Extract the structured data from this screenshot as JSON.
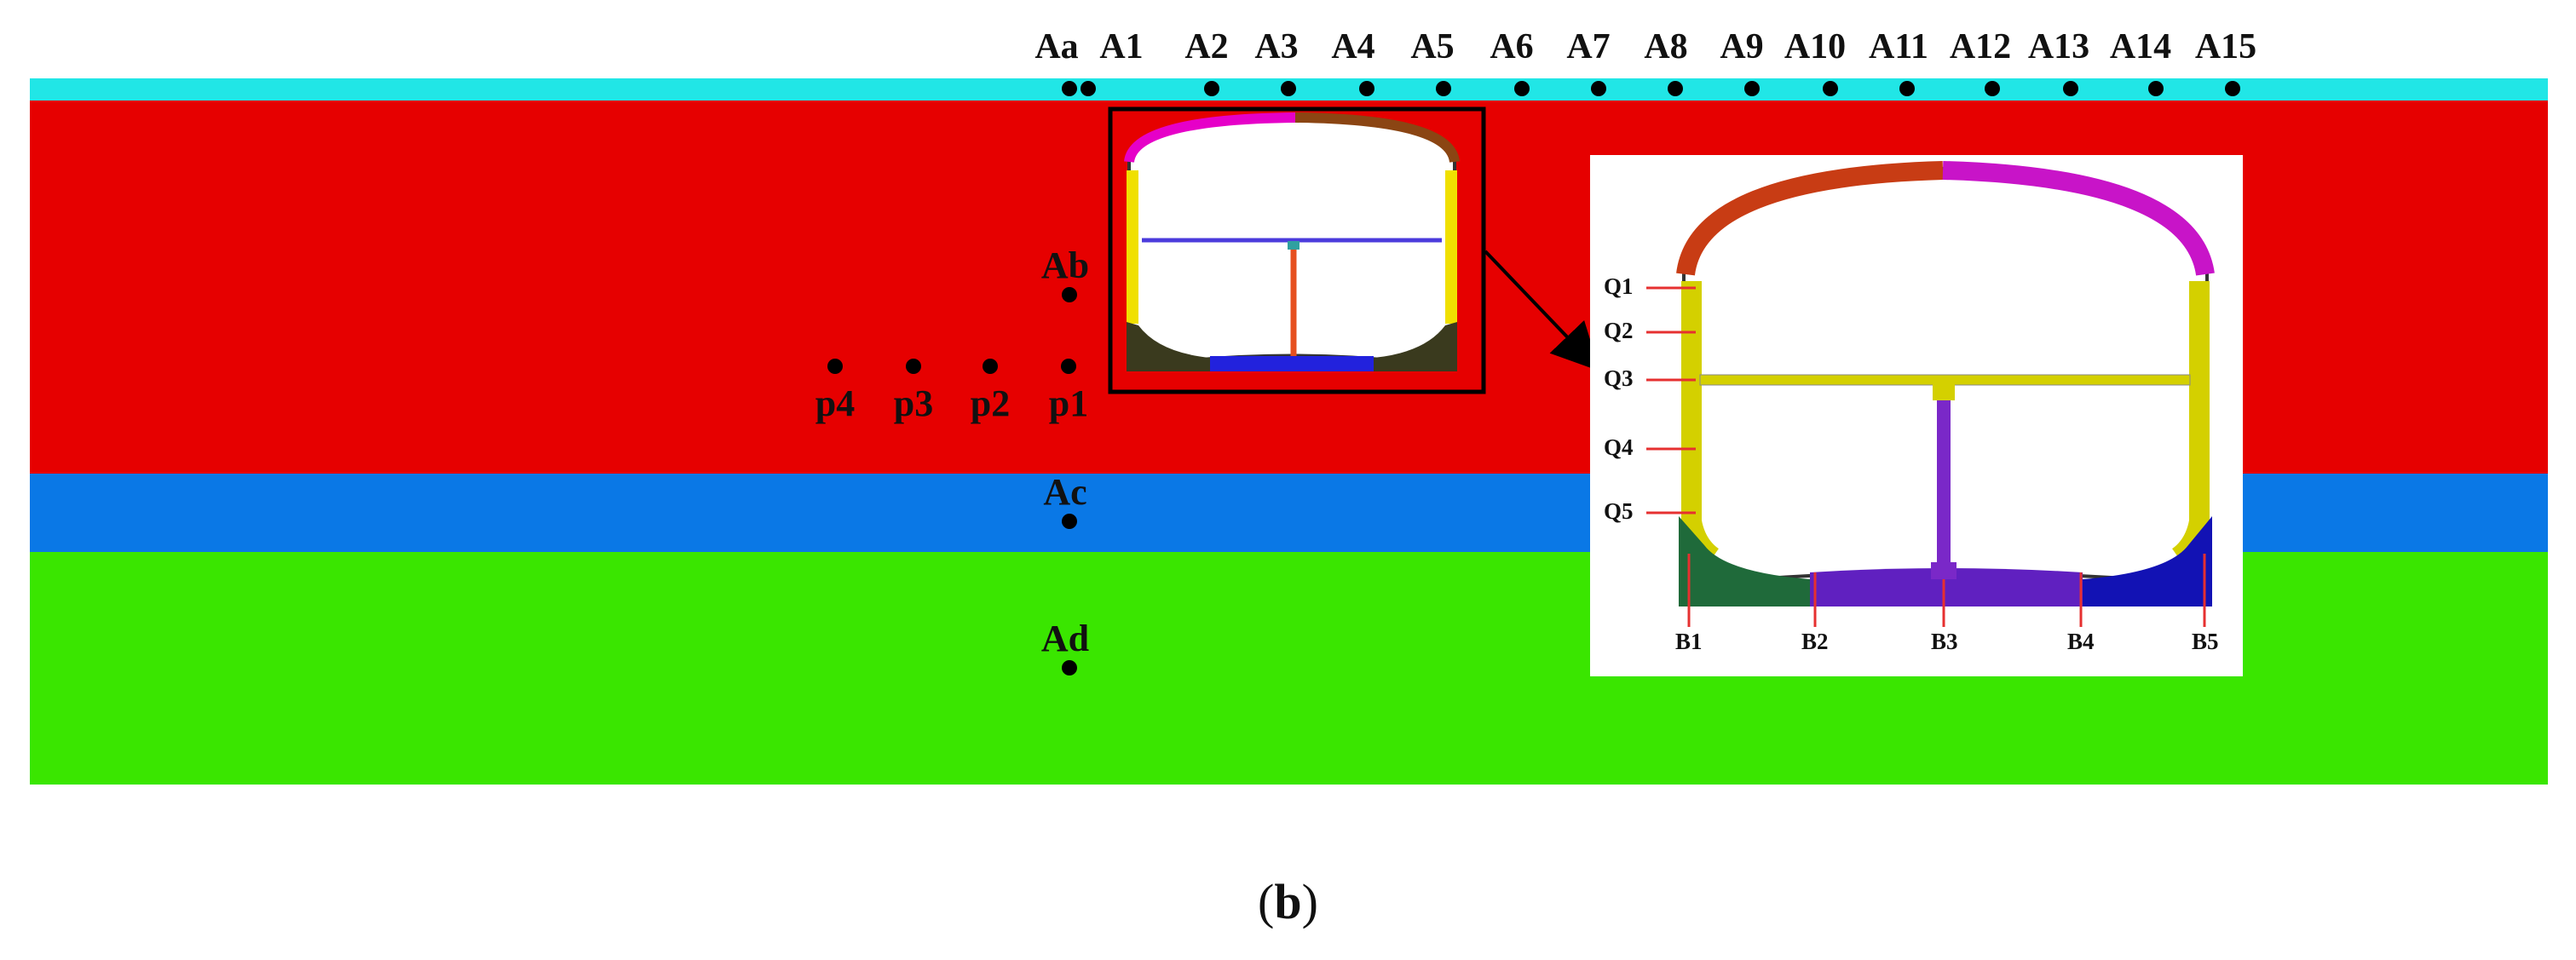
{
  "figure": {
    "caption_open": "(",
    "caption_letter": "b",
    "caption_close": ")"
  },
  "colors": {
    "surface_strip": "#21e6e6",
    "layer_upper": "#e60000",
    "layer_middle": "#0a78e6",
    "layer_lower": "#3ae600",
    "point": "#000000",
    "leader_line": "#e63030"
  },
  "surface_points": [
    "Aa",
    "A1",
    "A2",
    "A3",
    "A4",
    "A5",
    "A6",
    "A7",
    "A8",
    "A9",
    "A10",
    "A11",
    "A12",
    "A13",
    "A14",
    "A15"
  ],
  "vertical_points": [
    "Ab",
    "Ac",
    "Ad"
  ],
  "horizontal_points": [
    "p4",
    "p3",
    "p2",
    "p1"
  ],
  "inset": {
    "side_labels": [
      "Q1",
      "Q2",
      "Q3",
      "Q4",
      "Q5"
    ],
    "bottom_labels": [
      "B1",
      "B2",
      "B3",
      "B4",
      "B5"
    ]
  }
}
